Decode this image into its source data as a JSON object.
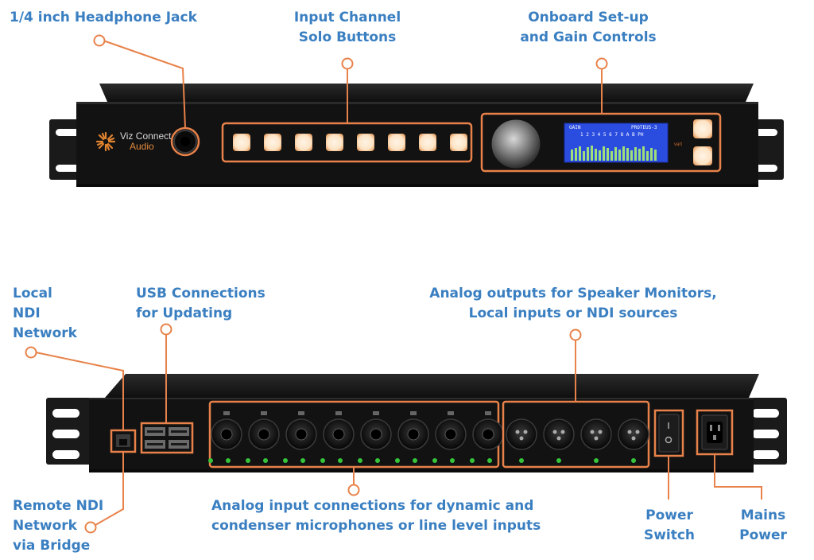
{
  "colors": {
    "label": "#3a7fc1",
    "callout": "#e8824a",
    "chassis": "#141414",
    "button_glow": "#fde3c4",
    "led_green": "#35c43a",
    "lcd_blue": "#2a4de0"
  },
  "front_panel": {
    "brand_name": "Viz Connect",
    "brand_sub": "Audio",
    "lcd_gain": "GAIN",
    "lcd_model": "PROTEUS-3",
    "lcd_channels": "1 2 3 4 5 6 7 8 A B PH",
    "solo_button_count": 8
  },
  "callouts": {
    "headphone_jack": [
      "1/4 inch Headphone Jack"
    ],
    "solo_buttons": [
      "Input Channel",
      "Solo Buttons"
    ],
    "gain_controls": [
      "Onboard Set-up",
      "and Gain Controls"
    ],
    "local_ndi": [
      "Local",
      "NDI",
      "Network"
    ],
    "usb": [
      "USB Connections",
      "for Updating"
    ],
    "analog_outputs": [
      "Analog outputs for Speaker Monitors,",
      "Local inputs or NDI sources"
    ],
    "remote_ndi": [
      "Remote NDI",
      "Network",
      "via Bridge"
    ],
    "analog_inputs": [
      "Analog input connections for dynamic and",
      "condenser microphones or line level inputs"
    ],
    "power_switch": [
      "Power",
      "Switch"
    ],
    "mains_power": [
      "Mains",
      "Power"
    ]
  }
}
